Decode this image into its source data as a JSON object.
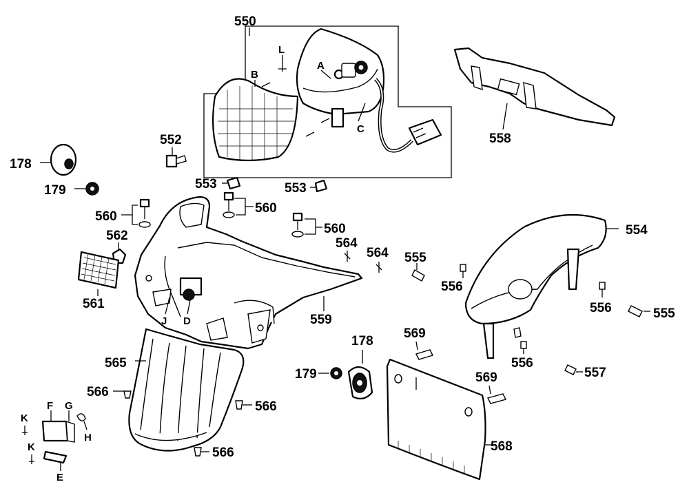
{
  "diagram": {
    "parts": [
      {
        "id": "p550",
        "number": "550"
      },
      {
        "id": "p558",
        "number": "558"
      },
      {
        "id": "p178a",
        "number": "178"
      },
      {
        "id": "p179a",
        "number": "179"
      },
      {
        "id": "p552",
        "number": "552"
      },
      {
        "id": "p553a",
        "number": "553"
      },
      {
        "id": "p553b",
        "number": "553"
      },
      {
        "id": "p560a",
        "number": "560"
      },
      {
        "id": "p560b",
        "number": "560"
      },
      {
        "id": "p560c",
        "number": "560"
      },
      {
        "id": "p562",
        "number": "562"
      },
      {
        "id": "p561",
        "number": "561"
      },
      {
        "id": "p564a",
        "number": "564"
      },
      {
        "id": "p564b",
        "number": "564"
      },
      {
        "id": "p559",
        "number": "559"
      },
      {
        "id": "p554",
        "number": "554"
      },
      {
        "id": "p555a",
        "number": "555"
      },
      {
        "id": "p555b",
        "number": "555"
      },
      {
        "id": "p556a",
        "number": "556"
      },
      {
        "id": "p556b",
        "number": "556"
      },
      {
        "id": "p556c",
        "number": "556"
      },
      {
        "id": "p557",
        "number": "557"
      },
      {
        "id": "p565",
        "number": "565"
      },
      {
        "id": "p566a",
        "number": "566"
      },
      {
        "id": "p566b",
        "number": "566"
      },
      {
        "id": "p566c",
        "number": "566"
      },
      {
        "id": "p178b",
        "number": "178"
      },
      {
        "id": "p179b",
        "number": "179"
      },
      {
        "id": "p569a",
        "number": "569"
      },
      {
        "id": "p569b",
        "number": "569"
      },
      {
        "id": "p568",
        "number": "568"
      }
    ],
    "letters": [
      {
        "id": "lA",
        "letter": "A"
      },
      {
        "id": "lB",
        "letter": "B"
      },
      {
        "id": "lC",
        "letter": "C"
      },
      {
        "id": "lL",
        "letter": "L"
      },
      {
        "id": "lD",
        "letter": "D"
      },
      {
        "id": "lJ",
        "letter": "J"
      },
      {
        "id": "lF",
        "letter": "F"
      },
      {
        "id": "lG",
        "letter": "G"
      },
      {
        "id": "lH",
        "letter": "H"
      },
      {
        "id": "lK1",
        "letter": "K"
      },
      {
        "id": "lK2",
        "letter": "K"
      },
      {
        "id": "lE",
        "letter": "E"
      }
    ]
  }
}
